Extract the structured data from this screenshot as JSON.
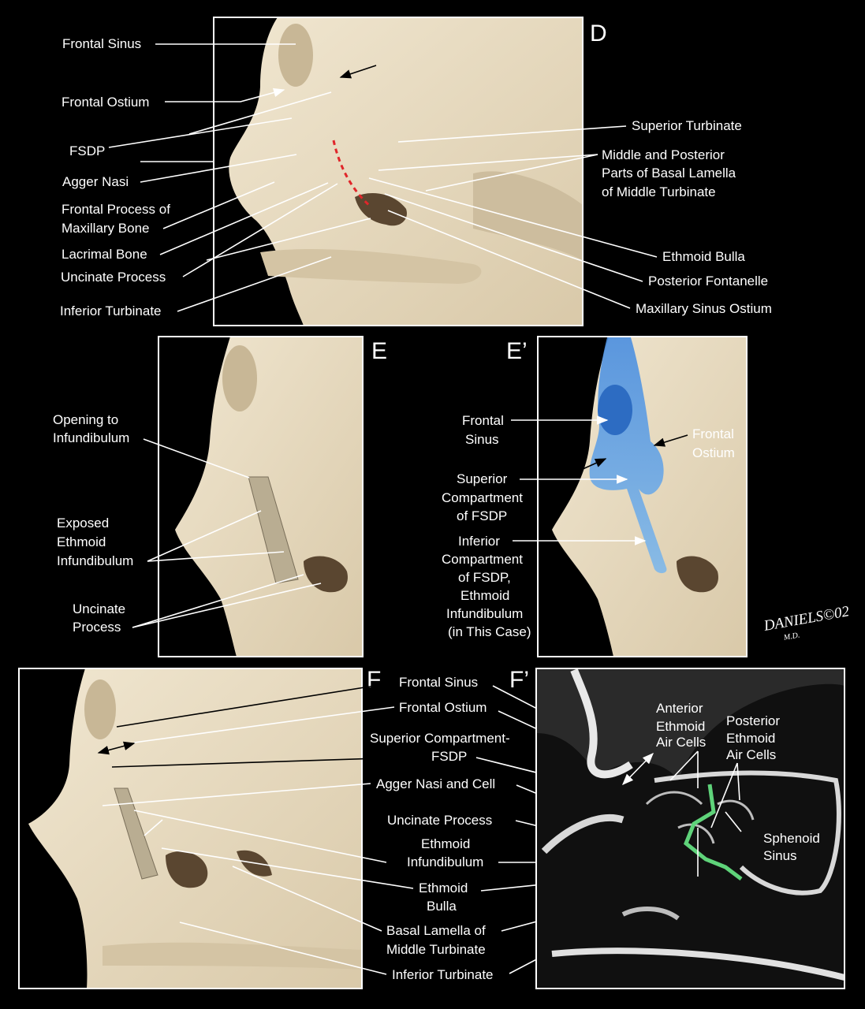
{
  "colors": {
    "background": "#000000",
    "bone": "#e8dcc2",
    "bone_shade": "#c9b99a",
    "frontal_highlight": "#3a7fd0",
    "ct_green": "#5fd37a"
  },
  "panel_D": {
    "letter": "D",
    "labels": {
      "frontal_sinus": "Frontal Sinus",
      "frontal_ostium": "Frontal Ostium",
      "fsdp": "FSDP",
      "agger_nasi": "Agger Nasi",
      "frontal_process_1": "Frontal Process of",
      "frontal_process_2": "Maxillary Bone",
      "lacrimal_bone": "Lacrimal Bone",
      "uncinate_process": "Uncinate Process",
      "inferior_turbinate": "Inferior Turbinate",
      "superior_turbinate": "Superior Turbinate",
      "basal_lamella_1": "Middle and Posterior",
      "basal_lamella_2": "Parts of Basal Lamella",
      "basal_lamella_3": "of  Middle Turbinate",
      "ethmoid_bulla": "Ethmoid Bulla",
      "posterior_fontanelle": "Posterior Fontanelle",
      "maxillary_sinus_ostium": "Maxillary Sinus Ostium"
    }
  },
  "panel_E": {
    "letter": "E",
    "labels": {
      "opening_1": "Opening to",
      "opening_2": "Infundibulum",
      "exposed_1": "Exposed",
      "exposed_2": "Ethmoid",
      "exposed_3": "Infundibulum",
      "uncinate_1": "Uncinate",
      "uncinate_2": "Process"
    }
  },
  "panel_E_prime": {
    "letter": "E’",
    "labels": {
      "frontal_sinus_1": "Frontal",
      "frontal_sinus_2": "Sinus",
      "frontal_ostium_1": "Frontal",
      "frontal_ostium_2": "Ostium",
      "superior_1": "Superior",
      "superior_2": "Compartment",
      "superior_3": "of FSDP",
      "inferior_1": "Inferior",
      "inferior_2": "Compartment",
      "inferior_3": "of FSDP,",
      "inferior_4": "Ethmoid",
      "inferior_5": "Infundibulum",
      "inferior_6": "(in This Case)"
    }
  },
  "signature": "DANIELS©02 M.D.",
  "panel_F": {
    "letter": "F",
    "labels": {
      "frontal_sinus": "Frontal Sinus",
      "frontal_ostium": "Frontal Ostium",
      "superior_compartment_1": "Superior Compartment-",
      "superior_compartment_2": "FSDP",
      "agger_nasi_cell": "Agger Nasi and Cell",
      "uncinate_process": "Uncinate Process",
      "ethmoid_infundibulum_1": "Ethmoid",
      "ethmoid_infundibulum_2": "Infundibulum",
      "ethmoid_bulla_1": "Ethmoid",
      "ethmoid_bulla_2": "Bulla",
      "basal_lamella_1": "Basal Lamella of",
      "basal_lamella_2": "Middle Turbinate",
      "inferior_turbinate": "Inferior Turbinate"
    }
  },
  "panel_F_prime": {
    "letter": "F’",
    "labels": {
      "anterior_1": "Anterior",
      "anterior_2": "Ethmoid",
      "anterior_3": "Air Cells",
      "posterior_1": "Posterior",
      "posterior_2": "Ethmoid",
      "posterior_3": "Air Cells",
      "sphenoid_1": "Sphenoid",
      "sphenoid_2": "Sinus"
    }
  }
}
